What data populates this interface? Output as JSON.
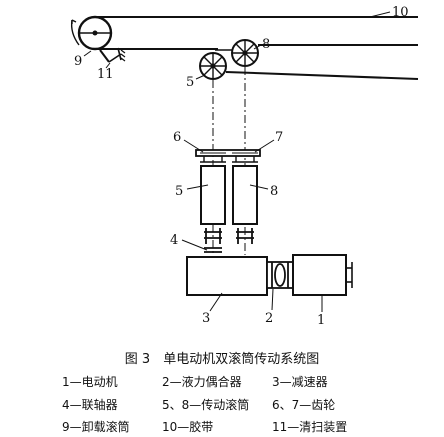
{
  "labels": {
    "n1": "1",
    "n2": "2",
    "n3": "3",
    "n4": "4",
    "n5a": "5",
    "n5b": "5",
    "n6": "6",
    "n7": "7",
    "n8a": "8",
    "n8b": "8",
    "n9": "9",
    "n10": "10",
    "n11": "11"
  },
  "caption": "图 3　单电动机双滚筒传动系统图",
  "legend": [
    [
      "1—电动机",
      "2—液力偶合器",
      "3—减速器"
    ],
    [
      "4—联轴器",
      "5、8—传动滚筒",
      "6、7—齿轮"
    ],
    [
      "9—卸载滚筒",
      "10—胶带",
      "11—清扫装置"
    ]
  ]
}
